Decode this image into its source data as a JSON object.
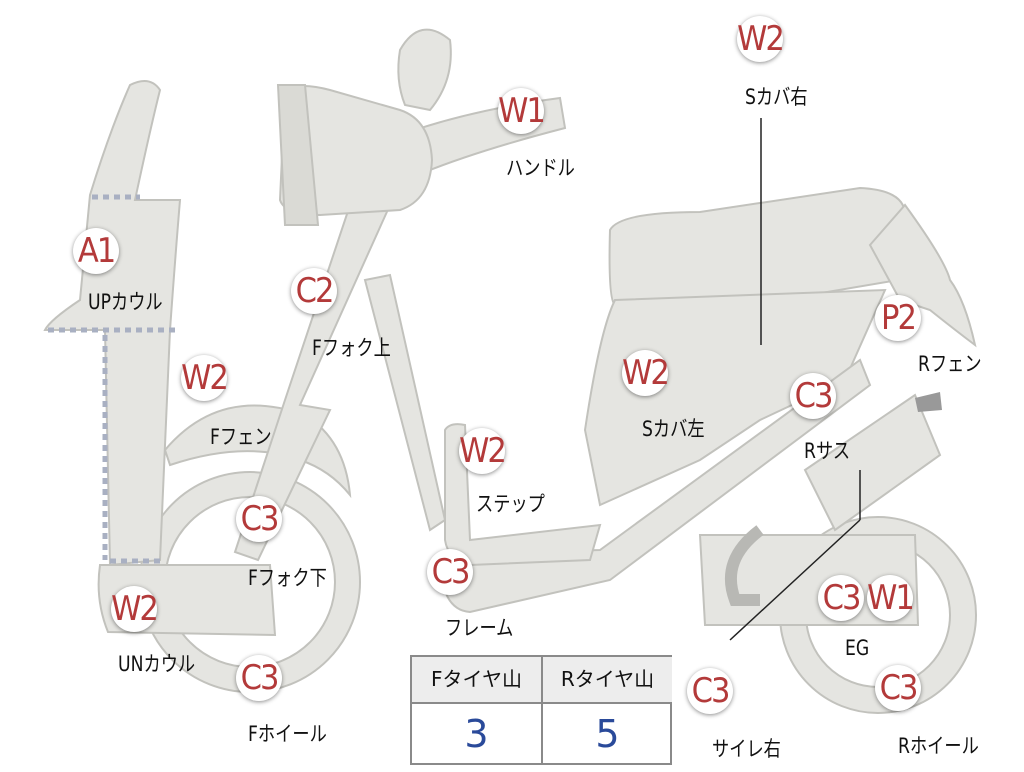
{
  "parts": {
    "upcowl": {
      "code": "A1",
      "name": "UPカウル"
    },
    "ffender": {
      "code": "W2",
      "name": "Fフェン"
    },
    "uncowl": {
      "code": "W2",
      "name": "UNカウル"
    },
    "fforkupper": {
      "code": "C2",
      "name": "Fフォク上"
    },
    "fforklower": {
      "code": "C3",
      "name": "Fフォク下"
    },
    "fwheel": {
      "code": "C3",
      "name": "Fホイール"
    },
    "handle": {
      "code": "W1",
      "name": "ハンドル"
    },
    "step": {
      "code": "W2",
      "name": "ステップ"
    },
    "frame": {
      "code": "C3",
      "name": "フレーム"
    },
    "scoverleft": {
      "code": "W2",
      "name": "Sカバ左"
    },
    "scoverright": {
      "code": "W2",
      "name": "Sカバ右"
    },
    "rfender": {
      "code": "P2",
      "name": "Rフェン"
    },
    "rsus": {
      "code": "C3",
      "name": "Rサス"
    },
    "engine": {
      "codes": [
        "C3",
        "W1"
      ],
      "name": "EG"
    },
    "mufflerright": {
      "code": "C3",
      "name": "サイレ右"
    },
    "rwheel": {
      "code": "C3",
      "name": "Rホイール"
    }
  },
  "tire_table": {
    "headers": [
      "Fタイヤ山",
      "Rタイヤ山"
    ],
    "values": [
      "3",
      "5"
    ]
  },
  "colors": {
    "code_text": "#b33a3a",
    "table_value": "#2a4a9a",
    "part_fill": "#e5e5e1"
  }
}
